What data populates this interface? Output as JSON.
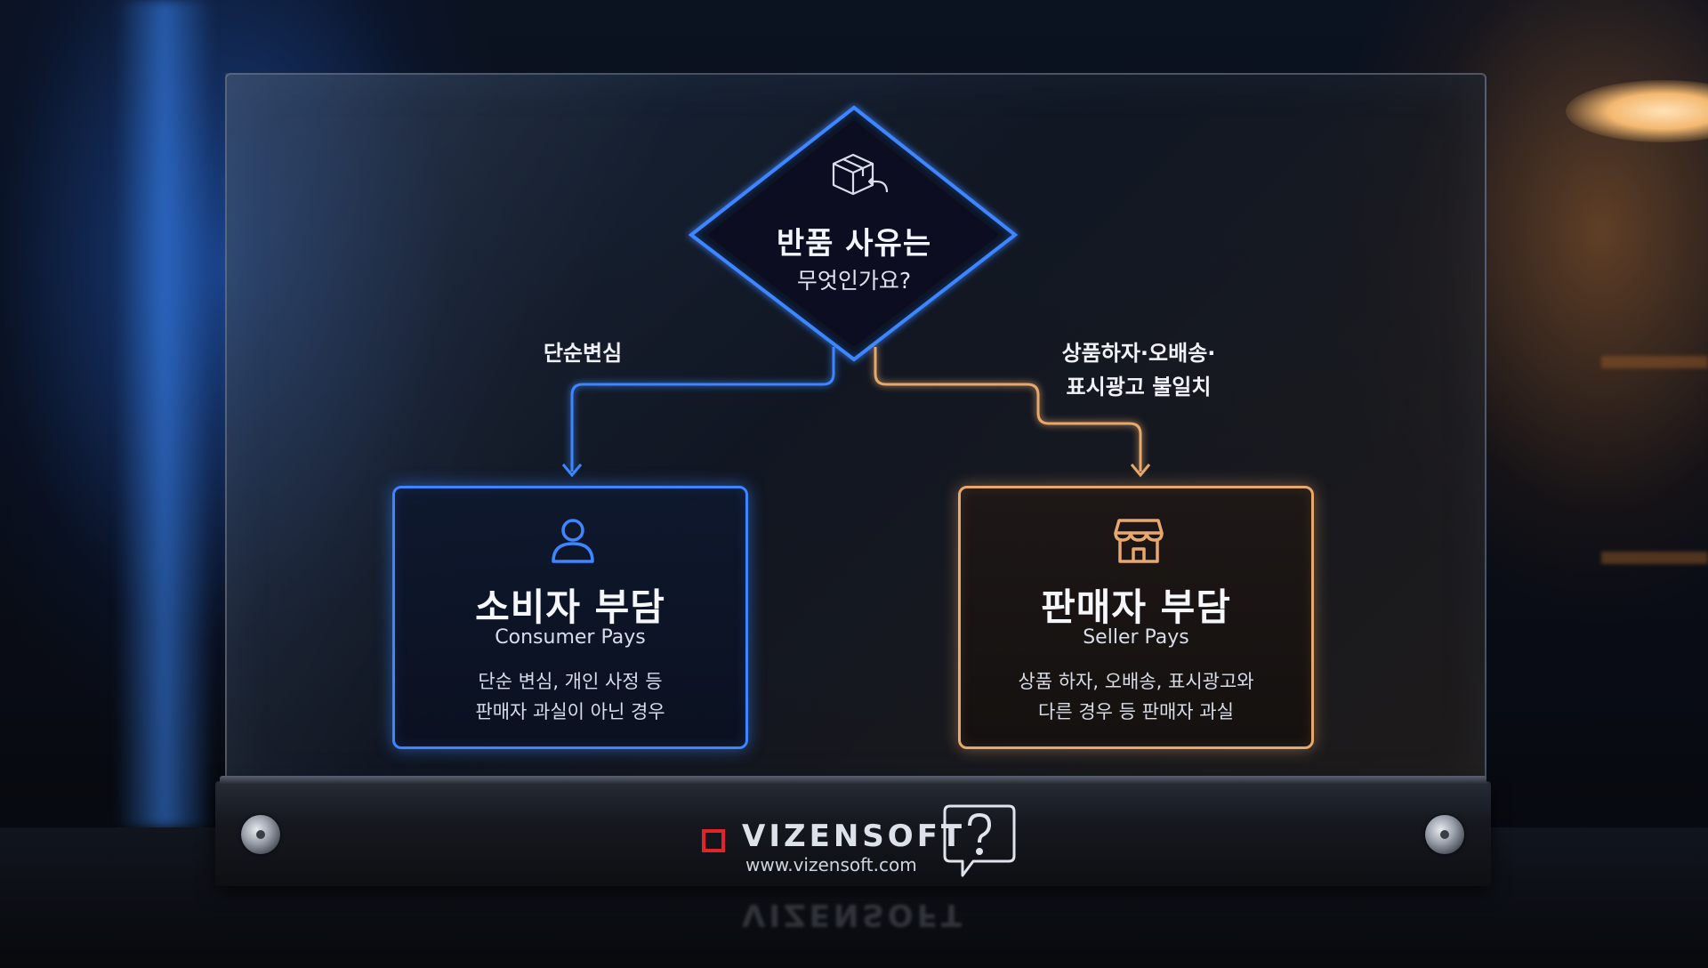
{
  "diagram": {
    "question": {
      "title": "반품 사유는",
      "subtitle": "무엇인가요?",
      "icon": "box-return-icon"
    },
    "edges": {
      "left_label": "단순변심",
      "right_label_line1": "상품하자·오배송·",
      "right_label_line2": "표시광고 불일치"
    },
    "consumer": {
      "icon": "user-icon",
      "title": "소비자 부담",
      "subtitle": "Consumer Pays",
      "desc_line1": "단순 변심, 개인 사정 등",
      "desc_line2": "판매자 과실이 아닌 경우",
      "color": "#3d86ff"
    },
    "seller": {
      "icon": "store-icon",
      "title": "판매자 부담",
      "subtitle": "Seller Pays",
      "desc_line1": "상품 하자, 오배송, 표시광고와",
      "desc_line2": "다른 경우 등 판매자 과실",
      "color": "#e7a86c"
    }
  },
  "brand": {
    "name": "VIZENSOFT",
    "url": "www.vizensoft.com",
    "accent": "#e0242a",
    "help_icon": "question-bubble-icon"
  }
}
